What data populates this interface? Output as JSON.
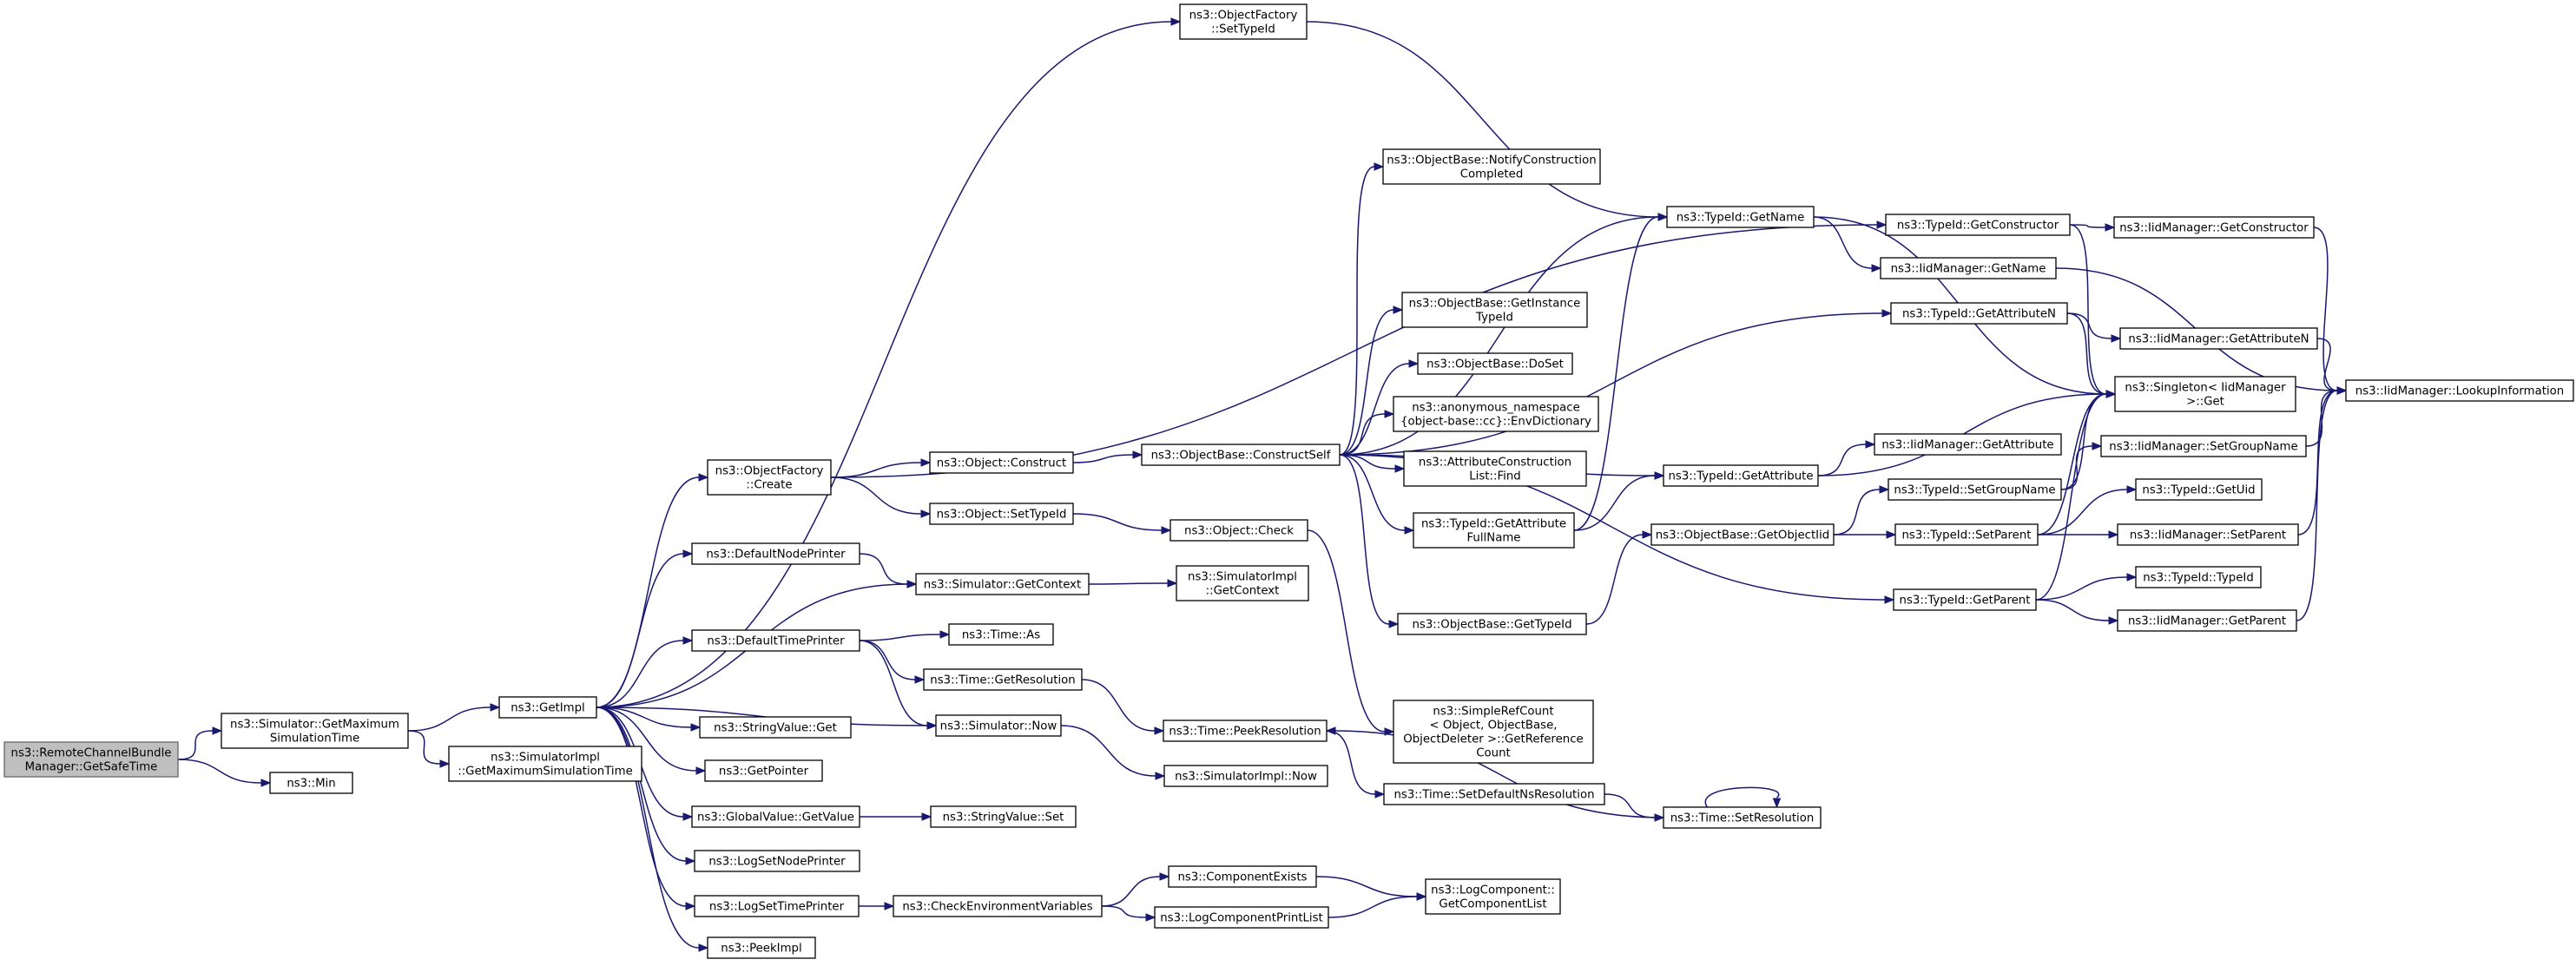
{
  "colors": {
    "edge": "#191970",
    "root_fill": "#bfbfbf",
    "node_fill": "#ffffff"
  },
  "nodes": [
    {
      "id": "root",
      "lines": [
        "ns3::RemoteChannelBundle",
        "Manager::GetSafeTime"
      ]
    },
    {
      "id": "simGetMax",
      "lines": [
        "ns3::Simulator::GetMaximum",
        "SimulationTime"
      ]
    },
    {
      "id": "min",
      "lines": [
        "ns3::Min"
      ]
    },
    {
      "id": "getImpl",
      "lines": [
        "ns3::GetImpl"
      ]
    },
    {
      "id": "simImplGetMax",
      "lines": [
        "ns3::SimulatorImpl",
        "::GetMaximumSimulationTime"
      ]
    },
    {
      "id": "ofCreate",
      "lines": [
        "ns3::ObjectFactory",
        "::Create"
      ]
    },
    {
      "id": "defNodePrinter",
      "lines": [
        "ns3::DefaultNodePrinter"
      ]
    },
    {
      "id": "defTimePrinter",
      "lines": [
        "ns3::DefaultTimePrinter"
      ]
    },
    {
      "id": "strValGet",
      "lines": [
        "ns3::StringValue::Get"
      ]
    },
    {
      "id": "getPointer",
      "lines": [
        "ns3::GetPointer"
      ]
    },
    {
      "id": "globalValGet",
      "lines": [
        "ns3::GlobalValue::GetValue"
      ]
    },
    {
      "id": "logSetNode",
      "lines": [
        "ns3::LogSetNodePrinter"
      ]
    },
    {
      "id": "logSetTime",
      "lines": [
        "ns3::LogSetTimePrinter"
      ]
    },
    {
      "id": "peekImpl",
      "lines": [
        "ns3::PeekImpl"
      ]
    },
    {
      "id": "ofSetTypeId",
      "lines": [
        "ns3::ObjectFactory",
        "::SetTypeId"
      ]
    },
    {
      "id": "objConstruct",
      "lines": [
        "ns3::Object::Construct"
      ]
    },
    {
      "id": "objSetTypeId",
      "lines": [
        "ns3::Object::SetTypeId"
      ]
    },
    {
      "id": "simGetContext",
      "lines": [
        "ns3::Simulator::GetContext"
      ]
    },
    {
      "id": "timeAs",
      "lines": [
        "ns3::Time::As"
      ]
    },
    {
      "id": "timeGetRes",
      "lines": [
        "ns3::Time::GetResolution"
      ]
    },
    {
      "id": "simNow",
      "lines": [
        "ns3::Simulator::Now"
      ]
    },
    {
      "id": "strValSet",
      "lines": [
        "ns3::StringValue::Set"
      ]
    },
    {
      "id": "checkEnv",
      "lines": [
        "ns3::CheckEnvironmentVariables"
      ]
    },
    {
      "id": "obConstructSelf",
      "lines": [
        "ns3::ObjectBase::ConstructSelf"
      ]
    },
    {
      "id": "objCheck",
      "lines": [
        "ns3::Object::Check"
      ]
    },
    {
      "id": "simImplGetCtx",
      "lines": [
        "ns3::SimulatorImpl",
        "::GetContext"
      ]
    },
    {
      "id": "timePeekRes",
      "lines": [
        "ns3::Time::PeekResolution"
      ]
    },
    {
      "id": "simImplNow",
      "lines": [
        "ns3::SimulatorImpl::Now"
      ]
    },
    {
      "id": "compExists",
      "lines": [
        "ns3::ComponentExists"
      ]
    },
    {
      "id": "logCompPrint",
      "lines": [
        "ns3::LogComponentPrintList"
      ]
    },
    {
      "id": "obNotify",
      "lines": [
        "ns3::ObjectBase::NotifyConstruction",
        "Completed"
      ]
    },
    {
      "id": "obGetInstance",
      "lines": [
        "ns3::ObjectBase::GetInstance",
        "TypeId"
      ]
    },
    {
      "id": "obDoSet",
      "lines": [
        "ns3::ObjectBase::DoSet"
      ]
    },
    {
      "id": "anonEnvDict",
      "lines": [
        "ns3::anonymous_namespace",
        "{object-base::cc}::EnvDictionary"
      ]
    },
    {
      "id": "attrConstrFind",
      "lines": [
        "ns3::AttributeConstruction",
        "List::Find"
      ]
    },
    {
      "id": "tidGetAttrFull",
      "lines": [
        "ns3::TypeId::GetAttribute",
        "FullName"
      ]
    },
    {
      "id": "obGetTypeId",
      "lines": [
        "ns3::ObjectBase::GetTypeId"
      ]
    },
    {
      "id": "simpleRefCount",
      "lines": [
        "ns3::SimpleRefCount",
        "< Object, ObjectBase,",
        "ObjectDeleter >::GetReference",
        "Count"
      ]
    },
    {
      "id": "timeSetDefNs",
      "lines": [
        "ns3::Time::SetDefaultNsResolution"
      ]
    },
    {
      "id": "logCompGetList",
      "lines": [
        "ns3::LogComponent::",
        "GetComponentList"
      ]
    },
    {
      "id": "tidGetName",
      "lines": [
        "ns3::TypeId::GetName"
      ]
    },
    {
      "id": "tidGetAttr",
      "lines": [
        "ns3::TypeId::GetAttribute"
      ]
    },
    {
      "id": "obGetObjectIid",
      "lines": [
        "ns3::ObjectBase::GetObjectIid"
      ]
    },
    {
      "id": "timeSetRes",
      "lines": [
        "ns3::Time::SetResolution"
      ]
    },
    {
      "id": "tidGetCtor",
      "lines": [
        "ns3::TypeId::GetConstructor"
      ]
    },
    {
      "id": "iidGetName",
      "lines": [
        "ns3::IidManager::GetName"
      ]
    },
    {
      "id": "tidGetAttrN",
      "lines": [
        "ns3::TypeId::GetAttributeN"
      ]
    },
    {
      "id": "iidGetAttr",
      "lines": [
        "ns3::IidManager::GetAttribute"
      ]
    },
    {
      "id": "tidSetGroup",
      "lines": [
        "ns3::TypeId::SetGroupName"
      ]
    },
    {
      "id": "tidSetParent",
      "lines": [
        "ns3::TypeId::SetParent"
      ]
    },
    {
      "id": "tidGetParent",
      "lines": [
        "ns3::TypeId::GetParent"
      ]
    },
    {
      "id": "iidGetCtor",
      "lines": [
        "ns3::IidManager::GetConstructor"
      ]
    },
    {
      "id": "iidGetAttrN",
      "lines": [
        "ns3::IidManager::GetAttributeN"
      ]
    },
    {
      "id": "singletonGet",
      "lines": [
        "ns3::Singleton< IidManager",
        ">::Get"
      ]
    },
    {
      "id": "iidSetGroup",
      "lines": [
        "ns3::IidManager::SetGroupName"
      ]
    },
    {
      "id": "tidGetUid",
      "lines": [
        "ns3::TypeId::GetUid"
      ]
    },
    {
      "id": "iidSetParent",
      "lines": [
        "ns3::IidManager::SetParent"
      ]
    },
    {
      "id": "tidTypeId",
      "lines": [
        "ns3::TypeId::TypeId"
      ]
    },
    {
      "id": "iidGetParent",
      "lines": [
        "ns3::IidManager::GetParent"
      ]
    },
    {
      "id": "iidLookup",
      "lines": [
        "ns3::IidManager::LookupInformation"
      ]
    }
  ],
  "edges": [
    [
      "root",
      "simGetMax"
    ],
    [
      "root",
      "min"
    ],
    [
      "simGetMax",
      "getImpl"
    ],
    [
      "simGetMax",
      "simImplGetMax"
    ],
    [
      "getImpl",
      "ofCreate"
    ],
    [
      "getImpl",
      "defNodePrinter"
    ],
    [
      "getImpl",
      "defTimePrinter"
    ],
    [
      "getImpl",
      "strValGet"
    ],
    [
      "getImpl",
      "getPointer"
    ],
    [
      "getImpl",
      "globalValGet"
    ],
    [
      "getImpl",
      "logSetNode"
    ],
    [
      "getImpl",
      "logSetTime"
    ],
    [
      "getImpl",
      "peekImpl"
    ],
    [
      "getImpl",
      "ofSetTypeId"
    ],
    [
      "getImpl",
      "simGetContext"
    ],
    [
      "getImpl",
      "simNow"
    ],
    [
      "ofCreate",
      "objConstruct"
    ],
    [
      "ofCreate",
      "objSetTypeId"
    ],
    [
      "ofCreate",
      "tidGetCtor"
    ],
    [
      "defNodePrinter",
      "simGetContext"
    ],
    [
      "defTimePrinter",
      "timeAs"
    ],
    [
      "defTimePrinter",
      "timeGetRes"
    ],
    [
      "defTimePrinter",
      "simNow"
    ],
    [
      "globalValGet",
      "strValSet"
    ],
    [
      "logSetTime",
      "checkEnv"
    ],
    [
      "ofSetTypeId",
      "tidGetName"
    ],
    [
      "objConstruct",
      "obConstructSelf"
    ],
    [
      "objSetTypeId",
      "objCheck"
    ],
    [
      "simGetContext",
      "simImplGetCtx"
    ],
    [
      "timeGetRes",
      "timePeekRes"
    ],
    [
      "simNow",
      "simImplNow"
    ],
    [
      "checkEnv",
      "compExists"
    ],
    [
      "checkEnv",
      "logCompPrint"
    ],
    [
      "obConstructSelf",
      "obNotify"
    ],
    [
      "obConstructSelf",
      "tidGetName"
    ],
    [
      "obConstructSelf",
      "obGetInstance"
    ],
    [
      "obConstructSelf",
      "obDoSet"
    ],
    [
      "obConstructSelf",
      "anonEnvDict"
    ],
    [
      "obConstructSelf",
      "attrConstrFind"
    ],
    [
      "obConstructSelf",
      "tidGetAttrFull"
    ],
    [
      "obConstructSelf",
      "obGetTypeId"
    ],
    [
      "obConstructSelf",
      "tidGetAttrN"
    ],
    [
      "obConstructSelf",
      "tidGetAttr"
    ],
    [
      "obConstructSelf",
      "tidGetParent"
    ],
    [
      "objCheck",
      "simpleRefCount"
    ],
    [
      "timePeekRes",
      "timeSetDefNs"
    ],
    [
      "timeSetDefNs",
      "timeSetRes"
    ],
    [
      "timeSetRes",
      "timeSetRes"
    ],
    [
      "timeSetRes",
      "timePeekRes"
    ],
    [
      "compExists",
      "logCompGetList"
    ],
    [
      "logCompPrint",
      "logCompGetList"
    ],
    [
      "tidGetAttrFull",
      "tidGetName"
    ],
    [
      "tidGetAttrFull",
      "tidGetAttr"
    ],
    [
      "obGetTypeId",
      "obGetObjectIid"
    ],
    [
      "tidGetName",
      "iidGetName"
    ],
    [
      "tidGetName",
      "singletonGet"
    ],
    [
      "tidGetAttr",
      "iidGetAttr"
    ],
    [
      "tidGetAttr",
      "singletonGet"
    ],
    [
      "obGetObjectIid",
      "tidSetGroup"
    ],
    [
      "obGetObjectIid",
      "tidSetParent"
    ],
    [
      "tidGetCtor",
      "iidGetCtor"
    ],
    [
      "tidGetCtor",
      "singletonGet"
    ],
    [
      "iidGetName",
      "iidLookup"
    ],
    [
      "tidGetAttrN",
      "iidGetAttrN"
    ],
    [
      "tidGetAttrN",
      "singletonGet"
    ],
    [
      "tidSetGroup",
      "iidSetGroup"
    ],
    [
      "tidSetGroup",
      "singletonGet"
    ],
    [
      "tidSetParent",
      "tidGetUid"
    ],
    [
      "tidSetParent",
      "iidSetParent"
    ],
    [
      "tidSetParent",
      "singletonGet"
    ],
    [
      "tidGetParent",
      "tidTypeId"
    ],
    [
      "tidGetParent",
      "iidGetParent"
    ],
    [
      "tidGetParent",
      "singletonGet"
    ],
    [
      "iidGetCtor",
      "iidLookup"
    ],
    [
      "iidGetAttrN",
      "iidLookup"
    ],
    [
      "iidSetGroup",
      "iidLookup"
    ],
    [
      "iidSetParent",
      "iidLookup"
    ],
    [
      "iidGetParent",
      "iidLookup"
    ]
  ]
}
